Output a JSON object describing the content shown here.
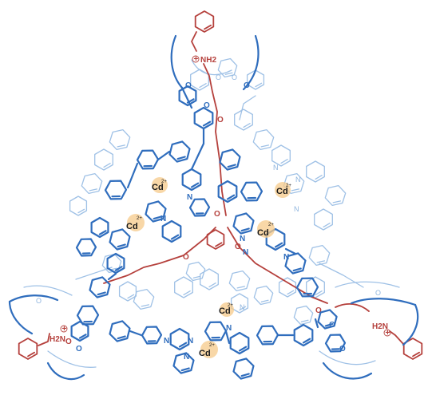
{
  "metal": {
    "symbol": "Cd",
    "charge": "2+"
  },
  "ammonium_top": {
    "label": "NH2",
    "charge": "+"
  },
  "ammonium_left": {
    "label": "H2N",
    "charge": "+"
  },
  "ammonium_right": {
    "label": "H2N",
    "charge": "+"
  },
  "atoms": {
    "nitrogen": "N",
    "oxygen": "O"
  },
  "colors": {
    "framework_dark": "#2f6dbd",
    "framework_light": "#9fc1e6",
    "axle_red": "#b5403c",
    "cd_halo": "#f6c98a"
  }
}
